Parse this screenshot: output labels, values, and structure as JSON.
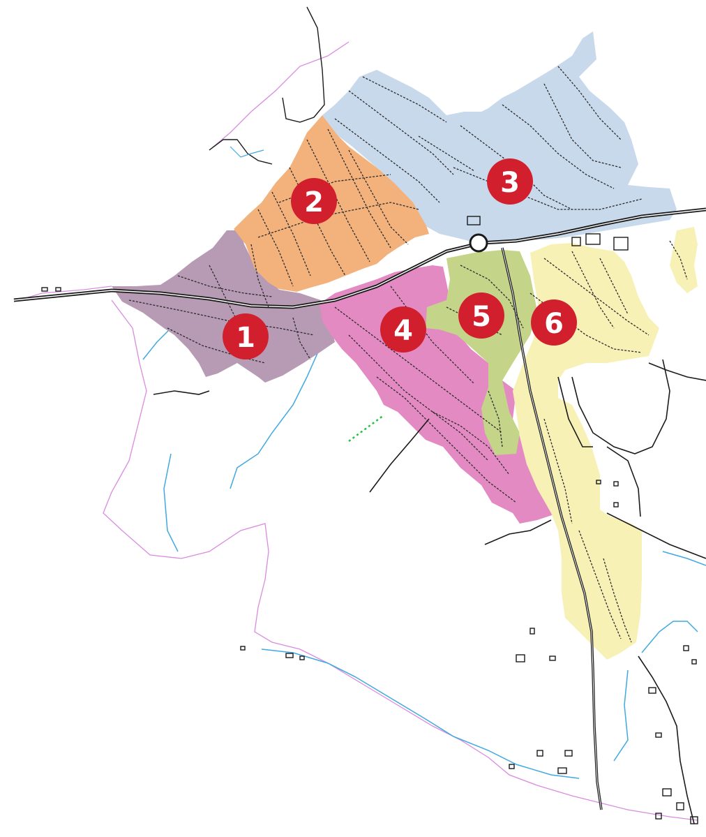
{
  "map": {
    "colors": {
      "zone_1": "#b79ab3",
      "zone_2": "#f3b27c",
      "zone_3": "#c9d9ec",
      "zone_4": "#e48ac2",
      "zone_5": "#c4d58a",
      "zone_6": "#f8f1b6",
      "marker": "#d11f2e",
      "boundary": "#d98be0",
      "water": "#3fa9e0",
      "roads": "#1a1a1a"
    },
    "markers": [
      {
        "id": "1",
        "label": "1"
      },
      {
        "id": "2",
        "label": "2"
      },
      {
        "id": "3",
        "label": "3"
      },
      {
        "id": "4",
        "label": "4"
      },
      {
        "id": "5",
        "label": "5"
      },
      {
        "id": "6",
        "label": "6"
      }
    ]
  }
}
